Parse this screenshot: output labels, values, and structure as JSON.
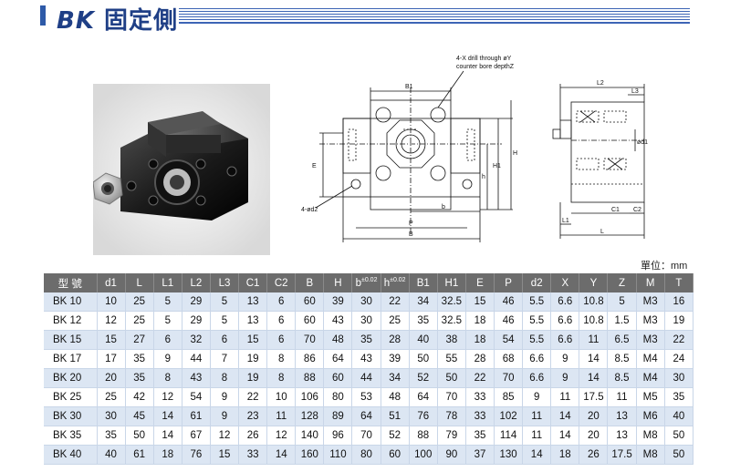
{
  "header": {
    "model_prefix": "BK",
    "title_suffix": "固定側"
  },
  "drawing": {
    "hole_note_line1": "4-X drill through øY",
    "hole_note_line2": "counter bore depthZ",
    "labels": {
      "B1": "B1",
      "E": "E",
      "h": "h",
      "H1": "H1",
      "H": "H",
      "b": "b",
      "P": "P",
      "B": "B",
      "d2": "4-ød2",
      "L2": "L2",
      "L3": "L3",
      "d1": "ød1",
      "C1": "C1",
      "C2": "C2",
      "L1": "L1",
      "L": "L"
    }
  },
  "unit_label": "單位：mm",
  "table": {
    "headers": [
      {
        "text": "型 號"
      },
      {
        "text": "d1"
      },
      {
        "text": "L"
      },
      {
        "text": "L1"
      },
      {
        "text": "L2"
      },
      {
        "text": "L3"
      },
      {
        "text": "C1"
      },
      {
        "text": "C2"
      },
      {
        "text": "B"
      },
      {
        "text": "H"
      },
      {
        "text": "b",
        "sup": "±0.02"
      },
      {
        "text": "h",
        "sup": "±0.02"
      },
      {
        "text": "B1"
      },
      {
        "text": "H1"
      },
      {
        "text": "E"
      },
      {
        "text": "P"
      },
      {
        "text": "d2"
      },
      {
        "text": "X"
      },
      {
        "text": "Y"
      },
      {
        "text": "Z"
      },
      {
        "text": "M"
      },
      {
        "text": "T"
      }
    ],
    "rows": [
      [
        "BK 10",
        "10",
        "25",
        "5",
        "29",
        "5",
        "13",
        "6",
        "60",
        "39",
        "30",
        "22",
        "34",
        "32.5",
        "15",
        "46",
        "5.5",
        "6.6",
        "10.8",
        "5",
        "M3",
        "16"
      ],
      [
        "BK 12",
        "12",
        "25",
        "5",
        "29",
        "5",
        "13",
        "6",
        "60",
        "43",
        "30",
        "25",
        "35",
        "32.5",
        "18",
        "46",
        "5.5",
        "6.6",
        "10.8",
        "1.5",
        "M3",
        "19"
      ],
      [
        "BK 15",
        "15",
        "27",
        "6",
        "32",
        "6",
        "15",
        "6",
        "70",
        "48",
        "35",
        "28",
        "40",
        "38",
        "18",
        "54",
        "5.5",
        "6.6",
        "11",
        "6.5",
        "M3",
        "22"
      ],
      [
        "BK 17",
        "17",
        "35",
        "9",
        "44",
        "7",
        "19",
        "8",
        "86",
        "64",
        "43",
        "39",
        "50",
        "55",
        "28",
        "68",
        "6.6",
        "9",
        "14",
        "8.5",
        "M4",
        "24"
      ],
      [
        "BK 20",
        "20",
        "35",
        "8",
        "43",
        "8",
        "19",
        "8",
        "88",
        "60",
        "44",
        "34",
        "52",
        "50",
        "22",
        "70",
        "6.6",
        "9",
        "14",
        "8.5",
        "M4",
        "30"
      ],
      [
        "BK 25",
        "25",
        "42",
        "12",
        "54",
        "9",
        "22",
        "10",
        "106",
        "80",
        "53",
        "48",
        "64",
        "70",
        "33",
        "85",
        "9",
        "11",
        "17.5",
        "11",
        "M5",
        "35"
      ],
      [
        "BK 30",
        "30",
        "45",
        "14",
        "61",
        "9",
        "23",
        "11",
        "128",
        "89",
        "64",
        "51",
        "76",
        "78",
        "33",
        "102",
        "11",
        "14",
        "20",
        "13",
        "M6",
        "40"
      ],
      [
        "BK 35",
        "35",
        "50",
        "14",
        "67",
        "12",
        "26",
        "12",
        "140",
        "96",
        "70",
        "52",
        "88",
        "79",
        "35",
        "114",
        "11",
        "14",
        "20",
        "13",
        "M8",
        "50"
      ],
      [
        "BK 40",
        "40",
        "61",
        "18",
        "76",
        "15",
        "33",
        "14",
        "160",
        "110",
        "80",
        "60",
        "100",
        "90",
        "37",
        "130",
        "14",
        "18",
        "26",
        "17.5",
        "M8",
        "50"
      ]
    ]
  }
}
